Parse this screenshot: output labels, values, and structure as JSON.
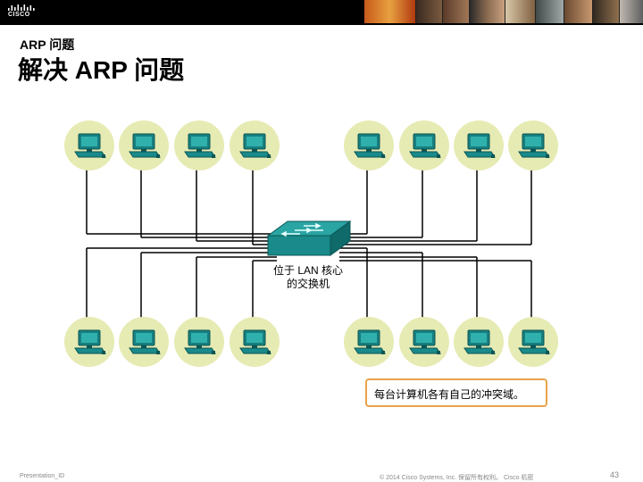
{
  "header": {
    "logo_text": "CISCO",
    "brand_color": "#000000"
  },
  "slide": {
    "subtitle": "ARP 问题",
    "title": "解决 ARP 问题"
  },
  "diagram": {
    "switch_label_line1": "位于 LAN 核心",
    "switch_label_line2": "的交换机",
    "callout_text": "每台计算机各有自己的冲突域。",
    "host_count": 16,
    "host_circle_color": "#e8ecb0",
    "computer_color": "#1a8a8a",
    "switch_color": "#1f8f8f"
  },
  "footer": {
    "left": "Presentation_ID",
    "middle": "© 2014 Cisco Systems, Inc. 保留所有权利。 Cisco 机密",
    "page": "43"
  }
}
